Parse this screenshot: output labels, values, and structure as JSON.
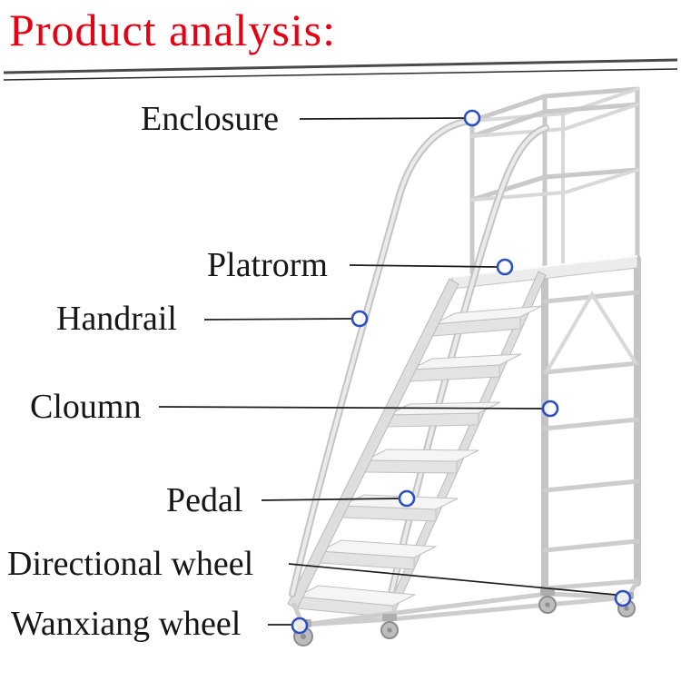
{
  "title": "Product analysis:",
  "labels": {
    "enclosure": {
      "text": "Enclosure"
    },
    "platform": {
      "text": "Platrorm"
    },
    "handrail": {
      "text": "Handrail"
    },
    "column": {
      "text": "Cloumn"
    },
    "pedal": {
      "text": "Pedal"
    },
    "directional_wheel": {
      "text": "Directional wheel"
    },
    "wanxiang_wheel": {
      "text": "Wanxiang wheel"
    }
  },
  "colors": {
    "title": "#e60012",
    "label_text": "#161616",
    "leader_line": "#1c1c1c",
    "marker_ring": "#2e4fc0",
    "ladder_gray": "#c9c9c9"
  }
}
